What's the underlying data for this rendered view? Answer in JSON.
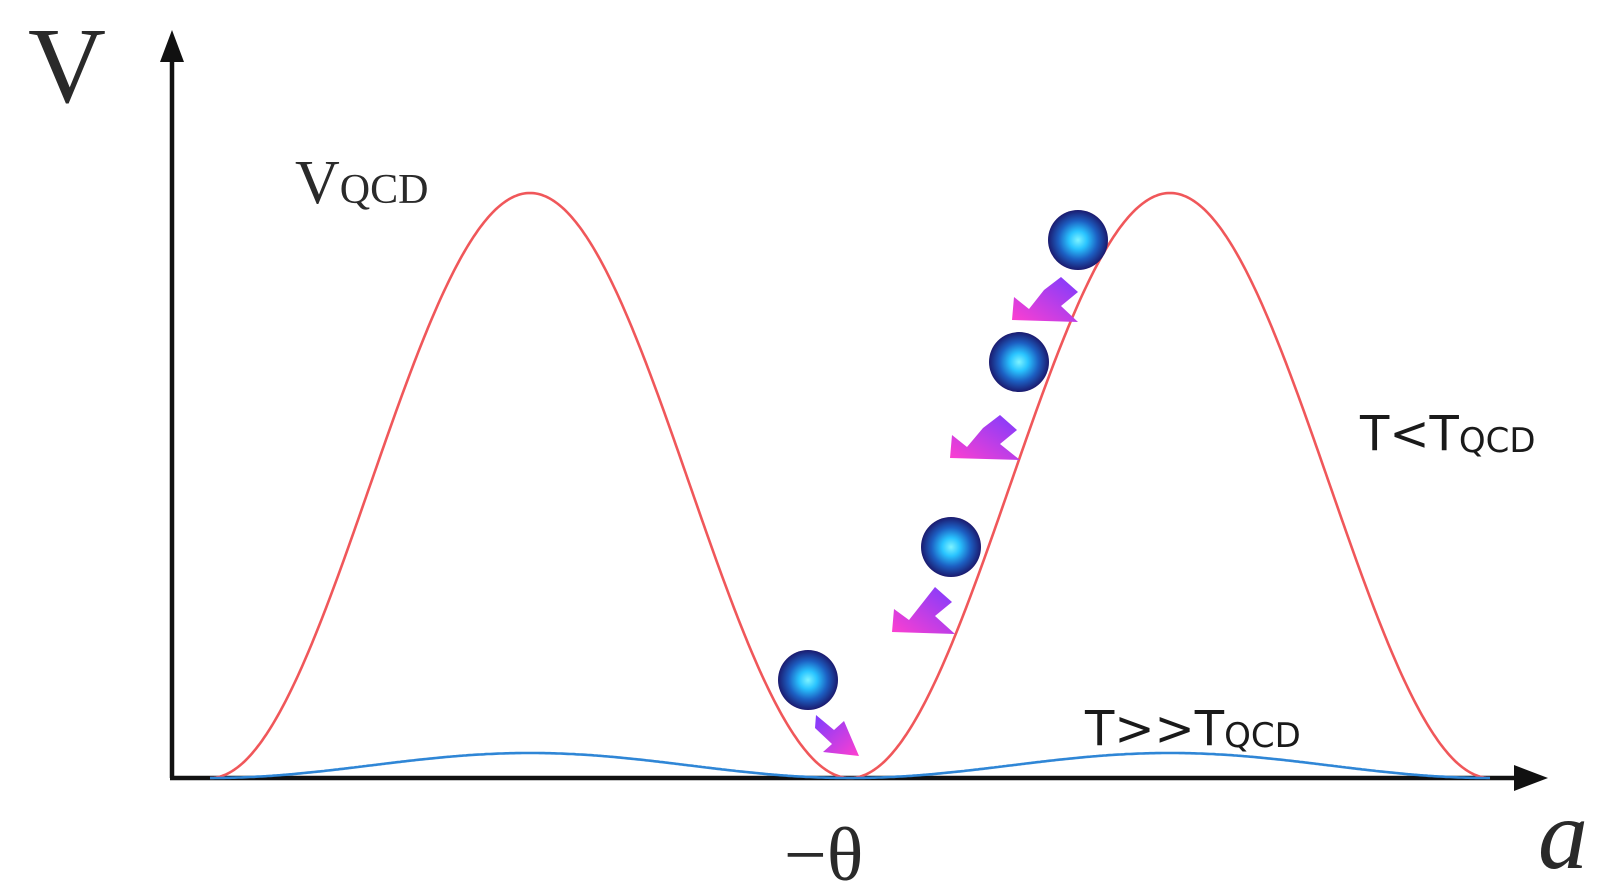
{
  "labels": {
    "v_axis": "V",
    "a_axis": "a",
    "vqcd_main": "V",
    "vqcd_sub": "QCD",
    "theta": "−θ",
    "t_low_main": "T<T",
    "t_low_sub": "QCD",
    "t_high_main": "T>>T",
    "t_high_sub": "QCD"
  },
  "colors": {
    "axis": "#111111",
    "curve_low_temperature": "#f0575a",
    "curve_high_temperature": "#2f86d6",
    "ball_outer": "#1b1a6e",
    "ball_inner": "#29c4ff",
    "arrow_start": "#7b3cff",
    "arrow_end": "#ff3fd0"
  },
  "icons": [
    "axis-arrowhead",
    "ball",
    "down-left-arrow",
    "down-right-arrow"
  ]
}
